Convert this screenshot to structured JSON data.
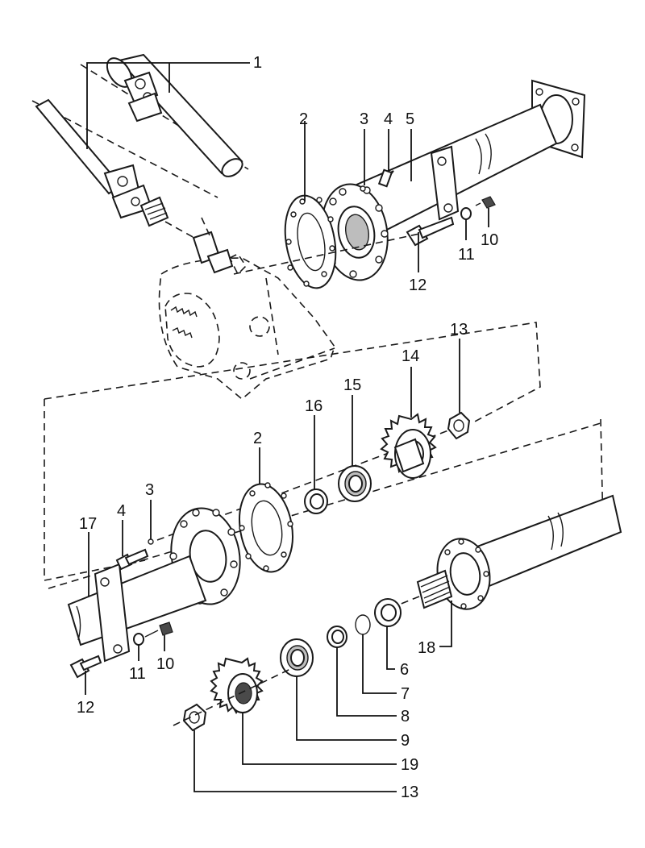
{
  "callouts": {
    "c1": "1",
    "c2_top": "2",
    "c3_top": "3",
    "c4_top": "4",
    "c5": "5",
    "c10_top": "10",
    "c11_top": "11",
    "c12_top": "12",
    "c13_top": "13",
    "c14": "14",
    "c15": "15",
    "c16": "16",
    "c2_mid": "2",
    "c3_mid": "3",
    "c4_mid": "4",
    "c17": "17",
    "c11_bot": "11",
    "c10_bot": "10",
    "c12_bot": "12",
    "c18": "18",
    "c6": "6",
    "c7": "7",
    "c8": "8",
    "c9": "9",
    "c19": "19",
    "c13_bot": "13"
  }
}
